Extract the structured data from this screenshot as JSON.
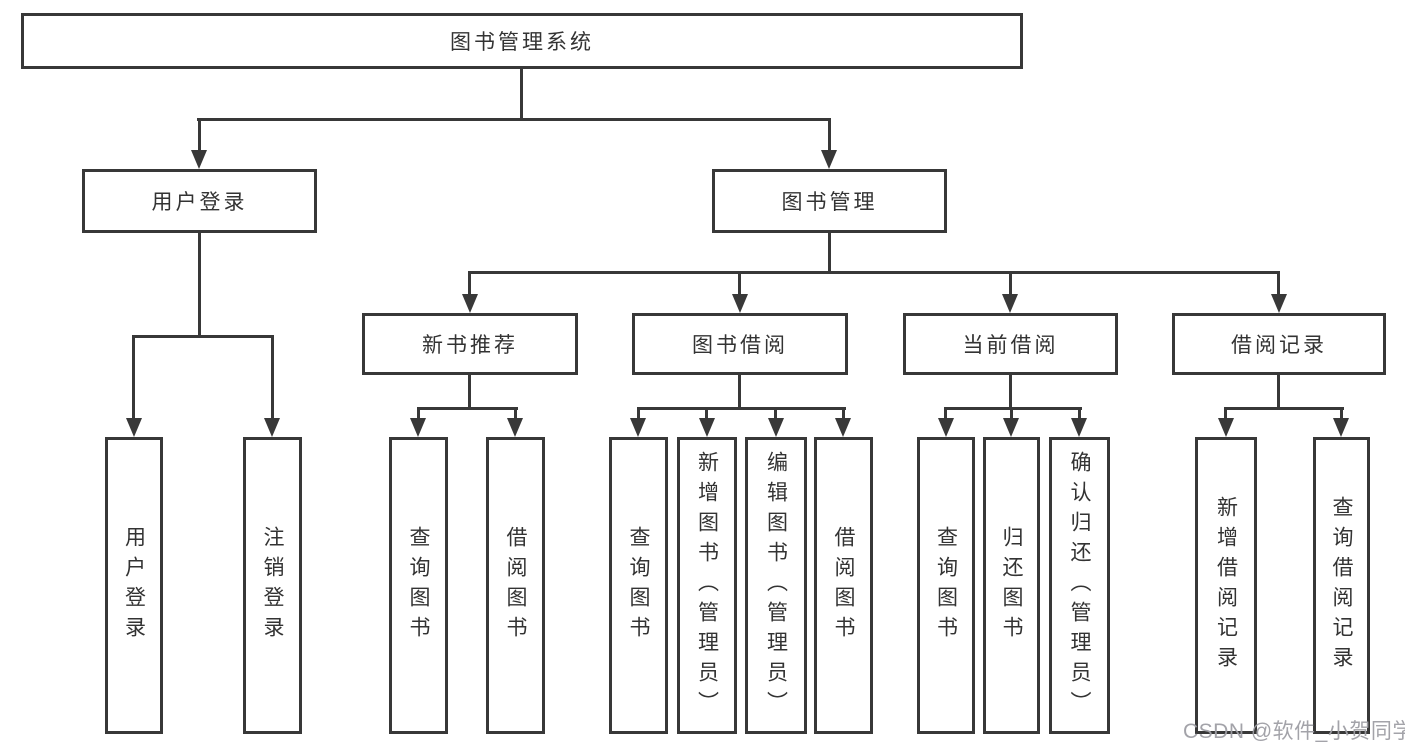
{
  "diagram": {
    "root": {
      "label": "图书管理系统",
      "children": [
        {
          "label": "用户登录",
          "children": [
            {
              "label": "用户登录"
            },
            {
              "label": "注销登录"
            }
          ]
        },
        {
          "label": "图书管理",
          "children": [
            {
              "label": "新书推荐",
              "children": [
                {
                  "label": "查询图书"
                },
                {
                  "label": "借阅图书"
                }
              ]
            },
            {
              "label": "图书借阅",
              "children": [
                {
                  "label": "查询图书"
                },
                {
                  "label": "新增图书（管理员）"
                },
                {
                  "label": "编辑图书（管理员）"
                },
                {
                  "label": "借阅图书"
                }
              ]
            },
            {
              "label": "当前借阅",
              "children": [
                {
                  "label": "查询图书"
                },
                {
                  "label": "归还图书"
                },
                {
                  "label": "确认归还（管理员）"
                }
              ]
            },
            {
              "label": "借阅记录",
              "children": [
                {
                  "label": "新增借阅记录"
                },
                {
                  "label": "查询借阅记录"
                }
              ]
            }
          ]
        }
      ]
    }
  },
  "watermark": {
    "text": "CSDN @软件_小贺同学"
  },
  "colors": {
    "line": "#383838",
    "text": "#333333",
    "watermark": "#9e9ea4",
    "background": "#ffffff"
  }
}
